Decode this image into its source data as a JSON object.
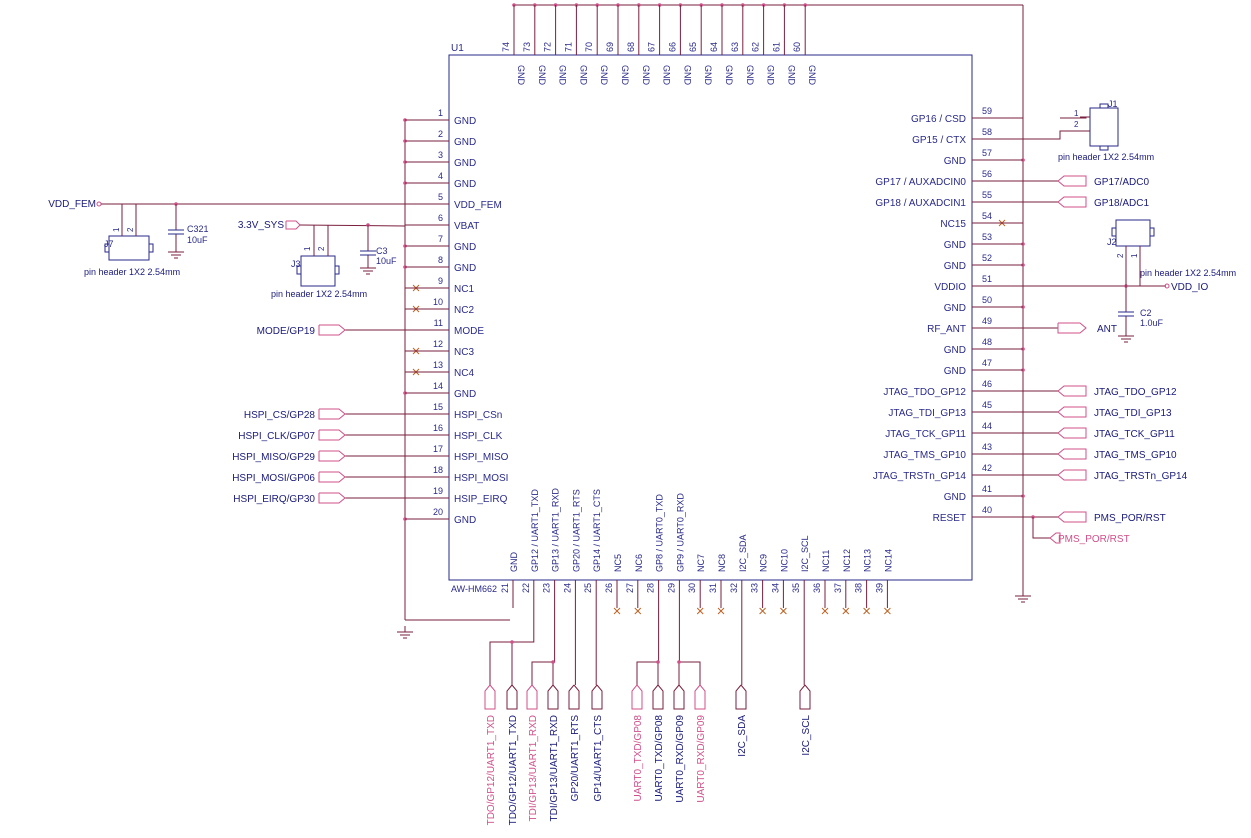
{
  "colors": {
    "wire": "#7a1f3d",
    "body": "#2a2a8a",
    "label_blue": "#1a1a7a",
    "label_pink": "#d0508a",
    "noconnect": "#c06020",
    "junction": "#d0508a"
  },
  "chip": {
    "ref": "U1",
    "part": "AW-HM662",
    "left_pins": [
      {
        "num": "1",
        "name": "GND"
      },
      {
        "num": "2",
        "name": "GND"
      },
      {
        "num": "3",
        "name": "GND"
      },
      {
        "num": "4",
        "name": "GND"
      },
      {
        "num": "5",
        "name": "VDD_FEM"
      },
      {
        "num": "6",
        "name": "VBAT"
      },
      {
        "num": "7",
        "name": "GND"
      },
      {
        "num": "8",
        "name": "GND"
      },
      {
        "num": "9",
        "name": "NC1"
      },
      {
        "num": "10",
        "name": "NC2"
      },
      {
        "num": "11",
        "name": "MODE"
      },
      {
        "num": "12",
        "name": "NC3"
      },
      {
        "num": "13",
        "name": "NC4"
      },
      {
        "num": "14",
        "name": "GND"
      },
      {
        "num": "15",
        "name": "HSPI_CSn"
      },
      {
        "num": "16",
        "name": "HSPI_CLK"
      },
      {
        "num": "17",
        "name": "HSPI_MISO"
      },
      {
        "num": "18",
        "name": "HSPI_MOSI"
      },
      {
        "num": "19",
        "name": "HSIP_EIRQ"
      },
      {
        "num": "20",
        "name": "GND"
      }
    ],
    "right_pins": [
      {
        "num": "59",
        "name": "GP16 / CSD"
      },
      {
        "num": "58",
        "name": "GP15 / CTX"
      },
      {
        "num": "57",
        "name": "GND"
      },
      {
        "num": "56",
        "name": "GP17 / AUXADCIN0"
      },
      {
        "num": "55",
        "name": "GP18 / AUXADCIN1"
      },
      {
        "num": "54",
        "name": "NC15"
      },
      {
        "num": "53",
        "name": "GND"
      },
      {
        "num": "52",
        "name": "GND"
      },
      {
        "num": "51",
        "name": "VDDIO"
      },
      {
        "num": "50",
        "name": "GND"
      },
      {
        "num": "49",
        "name": "RF_ANT"
      },
      {
        "num": "48",
        "name": "GND"
      },
      {
        "num": "47",
        "name": "GND"
      },
      {
        "num": "46",
        "name": "JTAG_TDO_GP12"
      },
      {
        "num": "45",
        "name": "JTAG_TDI_GP13"
      },
      {
        "num": "44",
        "name": "JTAG_TCK_GP11"
      },
      {
        "num": "43",
        "name": "JTAG_TMS_GP10"
      },
      {
        "num": "42",
        "name": "JTAG_TRSTn_GP14"
      },
      {
        "num": "41",
        "name": "GND"
      },
      {
        "num": "40",
        "name": "RESET"
      }
    ],
    "top_pins": [
      {
        "num": "74",
        "name": "GND"
      },
      {
        "num": "73",
        "name": "GND"
      },
      {
        "num": "72",
        "name": "GND"
      },
      {
        "num": "71",
        "name": "GND"
      },
      {
        "num": "70",
        "name": "GND"
      },
      {
        "num": "69",
        "name": "GND"
      },
      {
        "num": "68",
        "name": "GND"
      },
      {
        "num": "67",
        "name": "GND"
      },
      {
        "num": "66",
        "name": "GND"
      },
      {
        "num": "65",
        "name": "GND"
      },
      {
        "num": "64",
        "name": "GND"
      },
      {
        "num": "63",
        "name": "GND"
      },
      {
        "num": "62",
        "name": "GND"
      },
      {
        "num": "61",
        "name": "GND"
      },
      {
        "num": "60",
        "name": "GND"
      }
    ],
    "bottom_pins": [
      {
        "num": "21",
        "name": "GND"
      },
      {
        "num": "22",
        "name": "GP12 / UART1_TXD"
      },
      {
        "num": "23",
        "name": "GP13 / UART1_RXD"
      },
      {
        "num": "24",
        "name": "GP20 / UART1_RTS"
      },
      {
        "num": "25",
        "name": "GP14 / UART1_CTS"
      },
      {
        "num": "26",
        "name": "NC5"
      },
      {
        "num": "27",
        "name": "NC6"
      },
      {
        "num": "28",
        "name": "GP8 / UART0_TXD"
      },
      {
        "num": "29",
        "name": "GP9 / UART0_RXD"
      },
      {
        "num": "30",
        "name": "NC7"
      },
      {
        "num": "31",
        "name": "NC8"
      },
      {
        "num": "32",
        "name": "I2C_SDA"
      },
      {
        "num": "33",
        "name": "NC9"
      },
      {
        "num": "34",
        "name": "NC10"
      },
      {
        "num": "35",
        "name": "I2C_SCL"
      },
      {
        "num": "36",
        "name": "NC11"
      },
      {
        "num": "37",
        "name": "NC12"
      },
      {
        "num": "38",
        "name": "NC13"
      },
      {
        "num": "39",
        "name": "NC14"
      }
    ]
  },
  "left_nets": [
    {
      "pin": "15",
      "label": "HSPI_CS/GP28"
    },
    {
      "pin": "16",
      "label": "HSPI_CLK/GP07"
    },
    {
      "pin": "17",
      "label": "HSPI_MISO/GP29"
    },
    {
      "pin": "18",
      "label": "HSPI_MOSI/GP06"
    },
    {
      "pin": "19",
      "label": "HSPI_EIRQ/GP30"
    },
    {
      "pin": "11",
      "label": "MODE/GP19"
    }
  ],
  "power": {
    "vdd_fem": "VDD_FEM",
    "v33_sys": "3.3V_SYS",
    "vdd_io": "VDD_IO"
  },
  "components": {
    "j7": {
      "ref": "J7",
      "desc": "pin header 1X2 2.54mm",
      "pin1": "1",
      "pin2": "2"
    },
    "j3": {
      "ref": "J3",
      "desc": "pin header 1X2 2.54mm",
      "pin1": "1",
      "pin2": "2"
    },
    "j1": {
      "ref": "J1",
      "desc": "pin header 1X2 2.54mm",
      "pin1": "1",
      "pin2": "2"
    },
    "j2": {
      "ref": "J2",
      "desc": "pin header 1X2 2.54mm",
      "pin1": "1",
      "pin2": "2"
    },
    "c321": {
      "ref": "C321",
      "value": "10uF"
    },
    "c3": {
      "ref": "C3",
      "value": "10uF"
    },
    "c2": {
      "ref": "C2",
      "value": "1.0uF"
    }
  },
  "right_nets": [
    {
      "pin": "56",
      "label": "GP17/ADC0"
    },
    {
      "pin": "55",
      "label": "GP18/ADC1"
    },
    {
      "pin": "49",
      "label": "ANT"
    },
    {
      "pin": "46",
      "label": "JTAG_TDO_GP12"
    },
    {
      "pin": "45",
      "label": "JTAG_TDI_GP13"
    },
    {
      "pin": "44",
      "label": "JTAG_TCK_GP11"
    },
    {
      "pin": "43",
      "label": "JTAG_TMS_GP10"
    },
    {
      "pin": "42",
      "label": "JTAG_TRSTn_GP14"
    },
    {
      "pin": "40",
      "label": "PMS_POR/RST"
    }
  ],
  "reset_alt_label": "PMS_POR/RST",
  "bottom_nets": [
    {
      "label": "TDO/GP12/UART1_TXD",
      "color": "pink"
    },
    {
      "label": "TDO/GP12/UART1_TXD",
      "color": "blue"
    },
    {
      "label": "TDI/GP13/UART1_RXD",
      "color": "pink"
    },
    {
      "label": "TDI/GP13/UART1_RXD",
      "color": "blue"
    },
    {
      "label": "GP20/UART1_RTS",
      "color": "blue"
    },
    {
      "label": "GP14/UART1_CTS",
      "color": "blue"
    },
    {
      "label": "UART0_TXD/GP08",
      "color": "pink"
    },
    {
      "label": "UART0_TXD/GP08",
      "color": "blue"
    },
    {
      "label": "UART0_RXD/GP09",
      "color": "blue"
    },
    {
      "label": "UART0_RXD/GP09",
      "color": "pink"
    },
    {
      "label": "I2C_SDA",
      "color": "blue"
    },
    {
      "label": "I2C_SCL",
      "color": "blue"
    }
  ]
}
